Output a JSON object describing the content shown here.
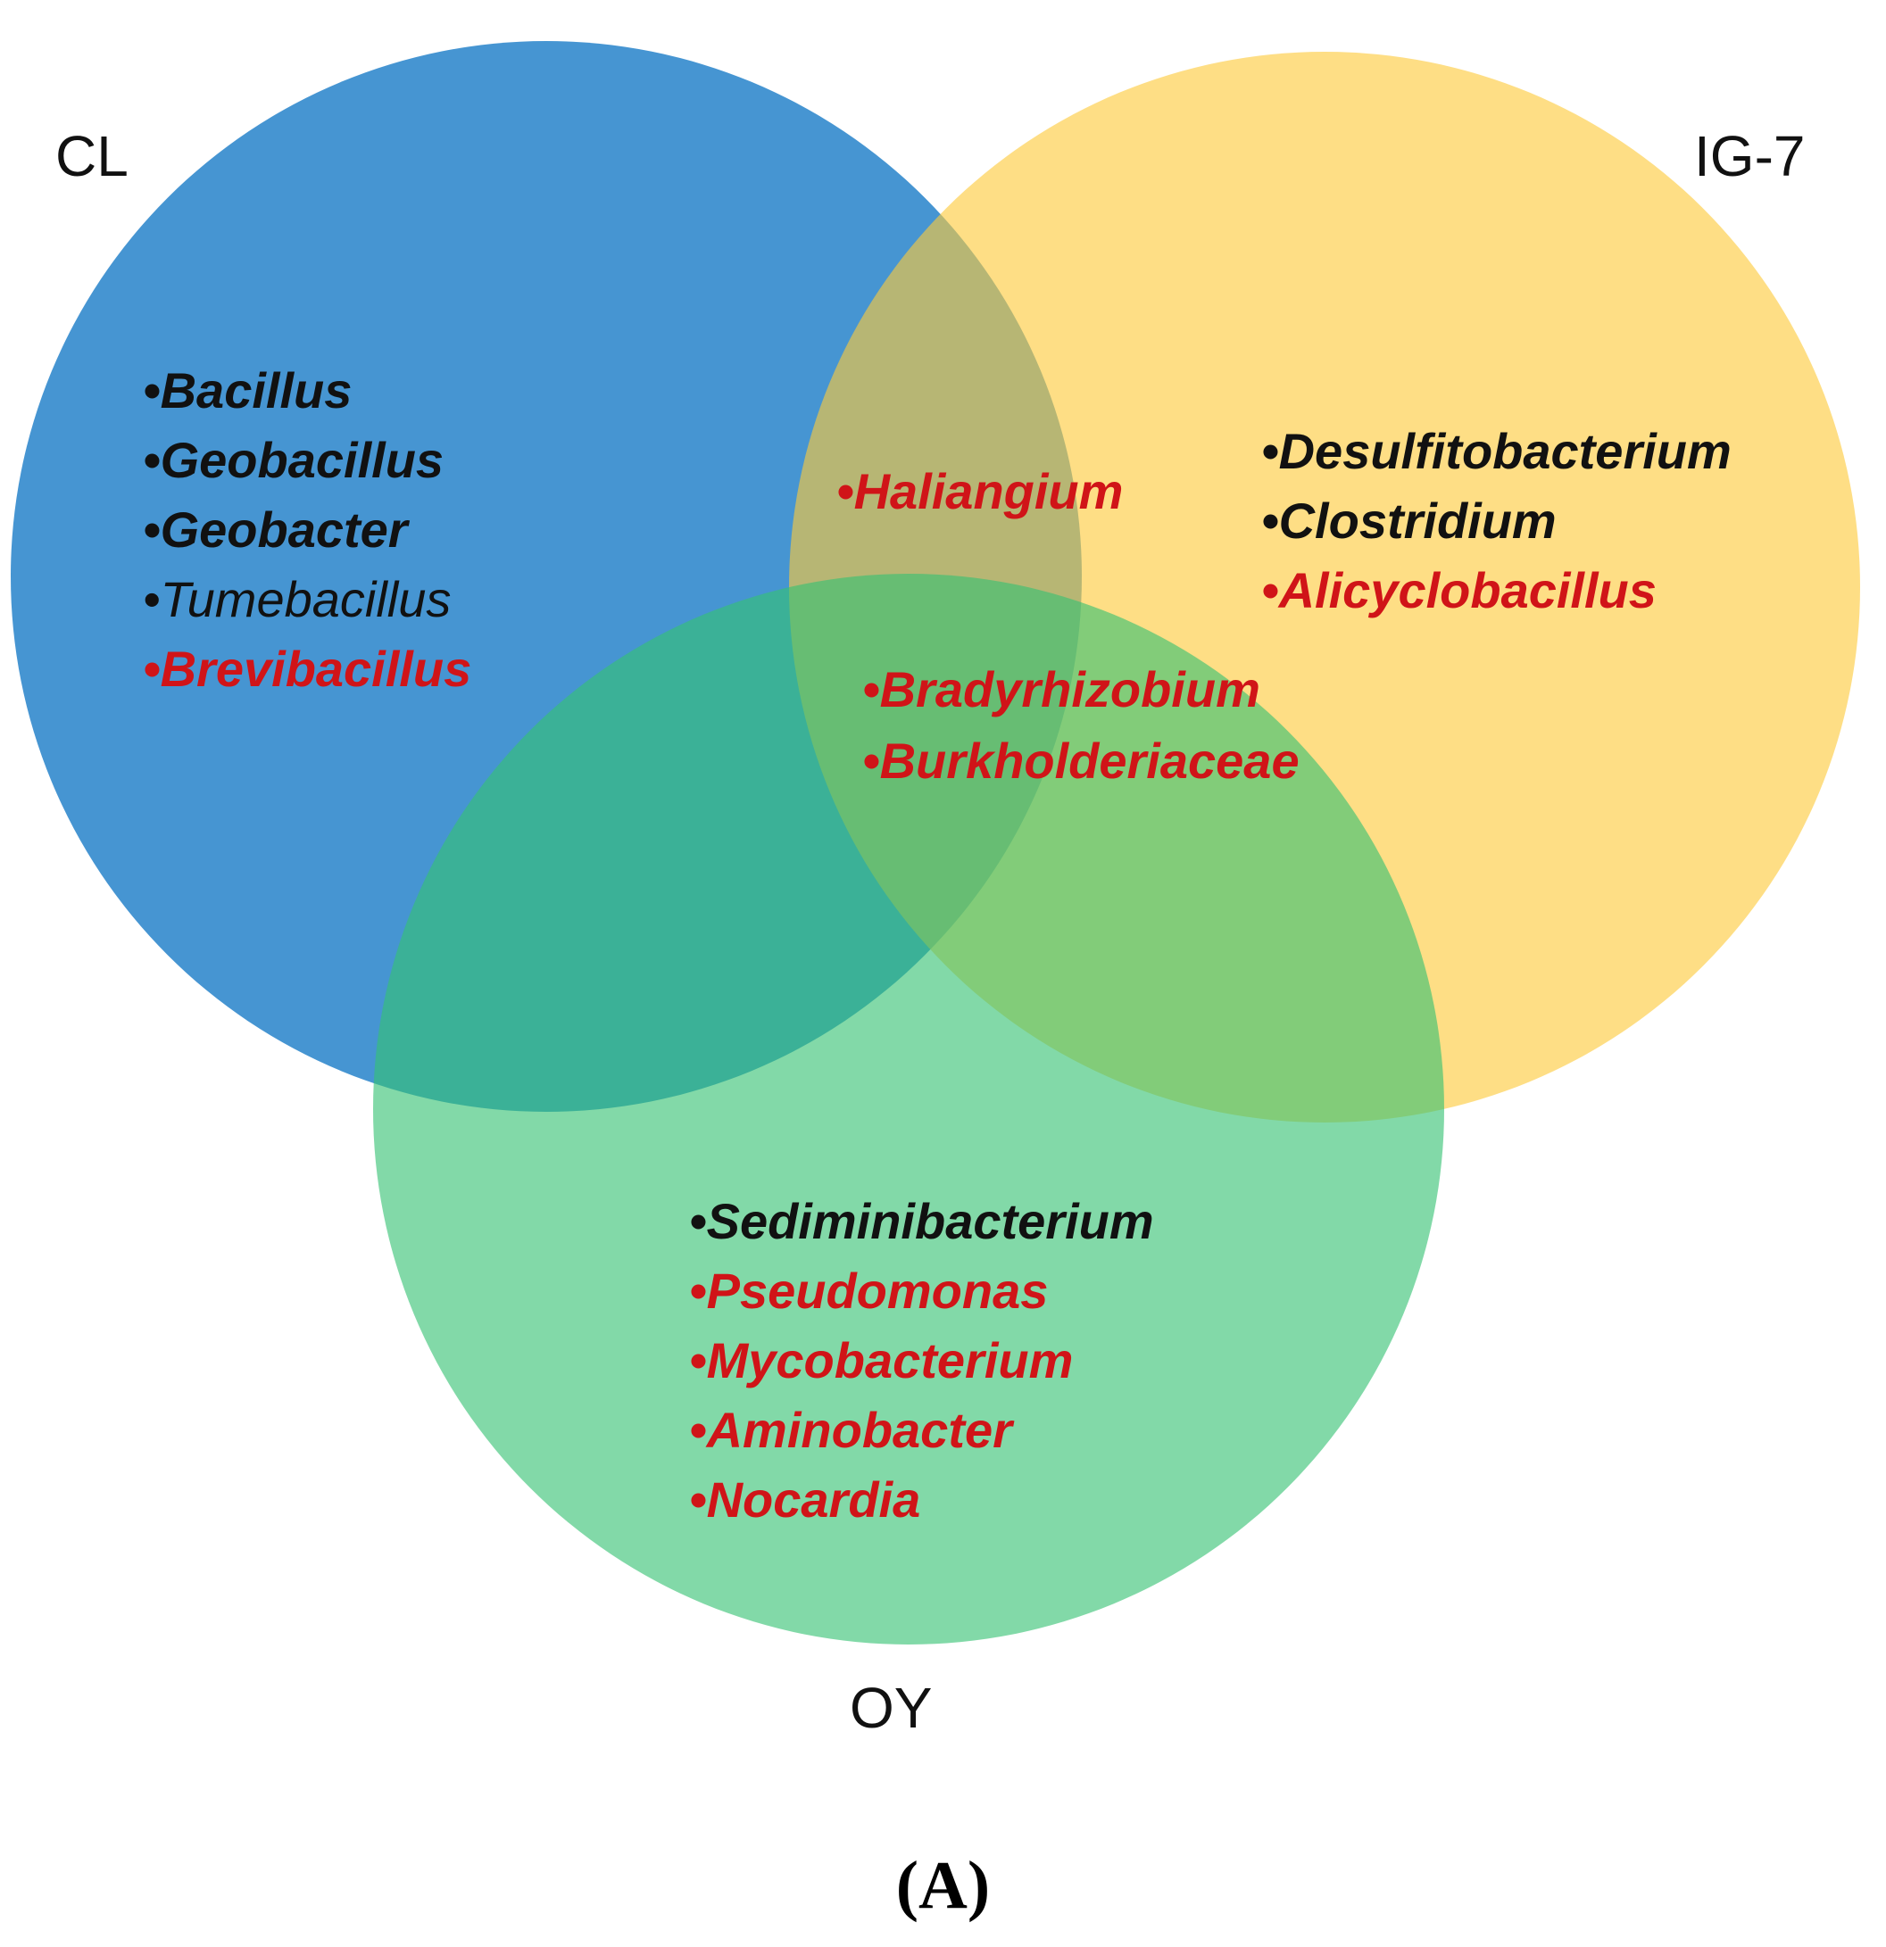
{
  "colors": {
    "cl_fill": "#3C8FD0",
    "ig7_fill": "#FDC93A",
    "oy_fill": "#36C272",
    "black_text": "#111111",
    "red_text": "#D01418"
  },
  "sets": {
    "cl": {
      "label": "CL"
    },
    "ig7": {
      "label": "IG-7"
    },
    "oy": {
      "label": "OY"
    }
  },
  "regions": {
    "cl_only": [
      {
        "text": "•Bacillus",
        "color": "black",
        "weight": "bold"
      },
      {
        "text": "•Geobacillus",
        "color": "black",
        "weight": "bold"
      },
      {
        "text": "•Geobacter",
        "color": "black",
        "weight": "bold"
      },
      {
        "text": "•Tumebacillus",
        "color": "black",
        "weight": "normal"
      },
      {
        "text": "•Brevibacillus",
        "color": "red",
        "weight": "bold"
      }
    ],
    "cl_ig7": [
      {
        "text": "•Haliangium",
        "color": "red",
        "weight": "bold"
      }
    ],
    "ig7_only": [
      {
        "text": "•Desulfitobacterium",
        "color": "black",
        "weight": "bold"
      },
      {
        "text": "•Clostridium",
        "color": "black",
        "weight": "bold"
      },
      {
        "text": "•Alicyclobacillus",
        "color": "red",
        "weight": "bold"
      }
    ],
    "all_three": [
      {
        "text": "•Bradyrhizobium",
        "color": "red",
        "weight": "bold"
      },
      {
        "text": "•Burkholderiaceae",
        "color": "red",
        "weight": "bold"
      }
    ],
    "oy_only": [
      {
        "text": "•Sediminibacterium",
        "color": "black",
        "weight": "bold"
      },
      {
        "text": "•Pseudomonas",
        "color": "red",
        "weight": "bold"
      },
      {
        "text": "•Mycobacterium",
        "color": "red",
        "weight": "bold"
      },
      {
        "text": "•Aminobacter",
        "color": "red",
        "weight": "bold"
      },
      {
        "text": "•Nocardia",
        "color": "red",
        "weight": "bold"
      }
    ]
  },
  "panel_label": "(A)"
}
